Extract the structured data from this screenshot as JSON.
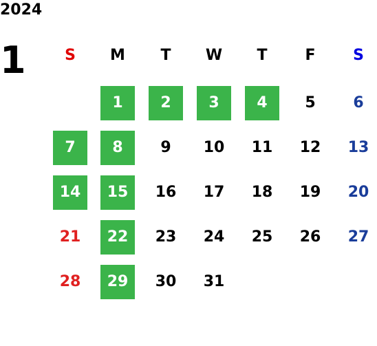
{
  "year": "2024",
  "month": "1",
  "weekdays": [
    {
      "label": "S",
      "color": "#e00000"
    },
    {
      "label": "M",
      "color": "#000000"
    },
    {
      "label": "T",
      "color": "#000000"
    },
    {
      "label": "W",
      "color": "#000000"
    },
    {
      "label": "T",
      "color": "#000000"
    },
    {
      "label": "F",
      "color": "#000000"
    },
    {
      "label": "S",
      "color": "#0000e0"
    }
  ],
  "highlight_color": "#3bb44a",
  "highlighted_days": [
    "1",
    "2",
    "3",
    "4",
    "7",
    "8",
    "14",
    "15",
    "22",
    "29"
  ],
  "weeks": [
    [
      "",
      "1",
      "2",
      "3",
      "4",
      "5",
      "6"
    ],
    [
      "7",
      "8",
      "9",
      "10",
      "11",
      "12",
      "13"
    ],
    [
      "14",
      "15",
      "16",
      "17",
      "18",
      "19",
      "20"
    ],
    [
      "21",
      "22",
      "23",
      "24",
      "25",
      "26",
      "27"
    ],
    [
      "28",
      "29",
      "30",
      "31",
      "",
      "",
      ""
    ]
  ]
}
